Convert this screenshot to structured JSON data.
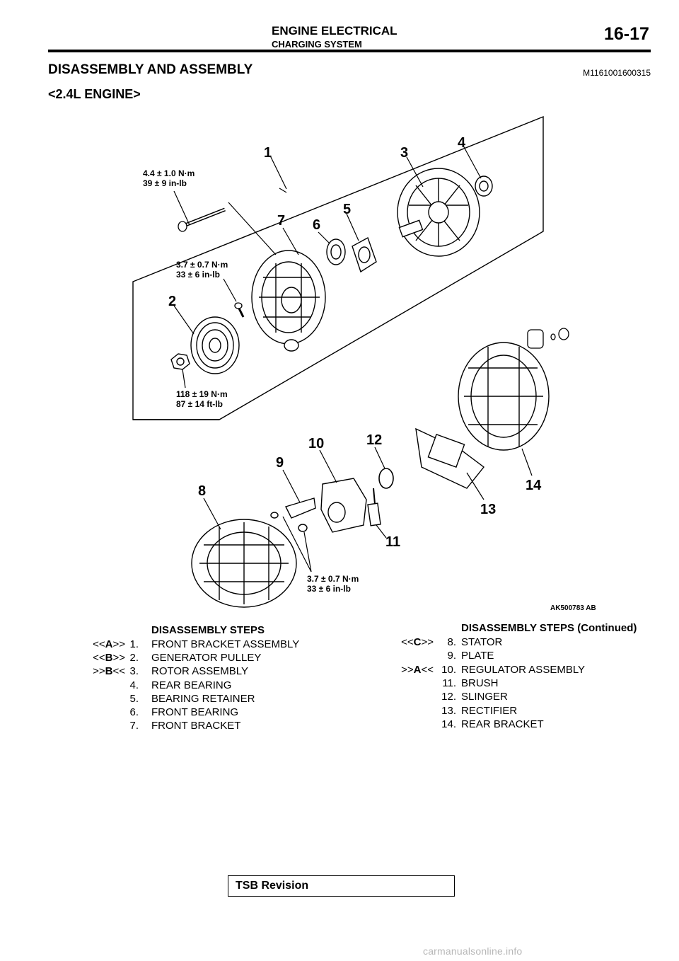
{
  "header": {
    "title": "ENGINE ELECTRICAL",
    "subtitle": "CHARGING SYSTEM",
    "page": "16-17"
  },
  "section": {
    "title": "DISASSEMBLY AND ASSEMBLY",
    "id": "M1161001600315",
    "engine": "<2.4L ENGINE>"
  },
  "figure": {
    "code": "AK500783 AB",
    "callouts": [
      "1",
      "2",
      "3",
      "4",
      "5",
      "6",
      "7",
      "8",
      "9",
      "10",
      "11",
      "12",
      "13",
      "14"
    ],
    "torques": {
      "t1_nm": "4.4 ± 1.0 N·m",
      "t1_imp": "39 ± 9 in-lb",
      "t2_nm": "3.7 ± 0.7 N·m",
      "t2_imp": "33 ± 6 in-lb",
      "t3_nm": "118 ± 19 N·m",
      "t3_imp": "87 ± 14 ft-lb",
      "t4_nm": "3.7 ± 0.7 N·m",
      "t4_imp": "33 ± 6 in-lb"
    }
  },
  "steps_left": {
    "heading": "DISASSEMBLY STEPS",
    "items": [
      {
        "mark_pre": "<<",
        "mark_letter": "A",
        "mark_post": ">>",
        "num": "1.",
        "label": "FRONT BRACKET ASSEMBLY"
      },
      {
        "mark_pre": "<<",
        "mark_letter": "B",
        "mark_post": ">>",
        "num": "2.",
        "label": "GENERATOR PULLEY"
      },
      {
        "mark_pre": ">>",
        "mark_letter": "B",
        "mark_post": "<<",
        "num": "3.",
        "label": "ROTOR ASSEMBLY"
      },
      {
        "mark_pre": "",
        "mark_letter": "",
        "mark_post": "",
        "num": "4.",
        "label": "REAR BEARING"
      },
      {
        "mark_pre": "",
        "mark_letter": "",
        "mark_post": "",
        "num": "5.",
        "label": "BEARING RETAINER"
      },
      {
        "mark_pre": "",
        "mark_letter": "",
        "mark_post": "",
        "num": "6.",
        "label": "FRONT BEARING"
      },
      {
        "mark_pre": "",
        "mark_letter": "",
        "mark_post": "",
        "num": "7.",
        "label": "FRONT BRACKET"
      }
    ]
  },
  "steps_right": {
    "heading": "DISASSEMBLY STEPS (Continued)",
    "items": [
      {
        "mark_pre": "<<",
        "mark_letter": "C",
        "mark_post": ">>",
        "num": "8.",
        "label": "STATOR"
      },
      {
        "mark_pre": "",
        "mark_letter": "",
        "mark_post": "",
        "num": "9.",
        "label": "PLATE"
      },
      {
        "mark_pre": ">>",
        "mark_letter": "A",
        "mark_post": "<<",
        "num": "10.",
        "label": "REGULATOR ASSEMBLY"
      },
      {
        "mark_pre": "",
        "mark_letter": "",
        "mark_post": "",
        "num": "11.",
        "label": "BRUSH"
      },
      {
        "mark_pre": "",
        "mark_letter": "",
        "mark_post": "",
        "num": "12.",
        "label": "SLINGER"
      },
      {
        "mark_pre": "",
        "mark_letter": "",
        "mark_post": "",
        "num": "13.",
        "label": "RECTIFIER"
      },
      {
        "mark_pre": "",
        "mark_letter": "",
        "mark_post": "",
        "num": "14.",
        "label": "REAR BRACKET"
      }
    ]
  },
  "footer": {
    "tsb": "TSB Revision",
    "watermark": "carmanualsonline.info"
  }
}
